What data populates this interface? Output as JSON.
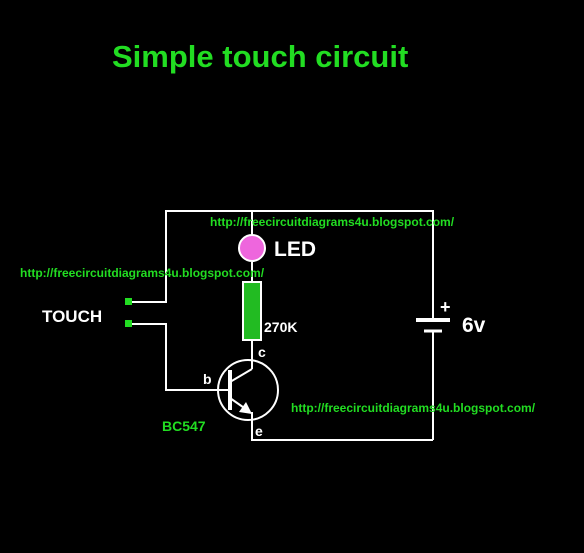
{
  "title": "Simple touch circuit",
  "watermarks": [
    "http://freecircuitdiagrams4u.blogspot.com/",
    "http://freecircuitdiagrams4u.blogspot.com/",
    "http://freecircuitdiagrams4u.blogspot.com/"
  ],
  "components": {
    "touch": {
      "label": "TOUCH"
    },
    "led": {
      "label": "LED",
      "color": "#ee66dd"
    },
    "resistor": {
      "label": "270K",
      "color": "#22bb22"
    },
    "transistor": {
      "label": "BC547",
      "base": "b",
      "collector": "c",
      "emitter": "e"
    },
    "battery": {
      "plus": "+",
      "label": "6v"
    }
  },
  "colors": {
    "background": "#000000",
    "wire": "#ffffff",
    "accent": "#22dd22"
  }
}
